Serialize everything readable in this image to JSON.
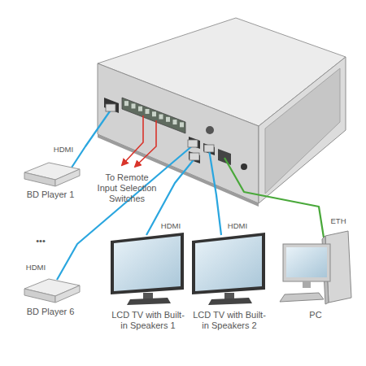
{
  "diagram": {
    "nodes": [
      {
        "text": [
          "BD Player 1"
        ]
      },
      {
        "text": [
          "BD Player 6"
        ]
      },
      {
        "text": [
          "LCD TV with Built-in Speakers 1"
        ]
      },
      {
        "text": [
          "LCD TV with Built-in Speakers 2"
        ]
      },
      {
        "text": [
          "PC"
        ]
      }
    ],
    "labels": [
      "HDMI",
      "To Remote Input Selection Switches",
      "•••",
      "HDMI",
      "HDMI",
      "HDMI",
      "ETH"
    ]
  }
}
